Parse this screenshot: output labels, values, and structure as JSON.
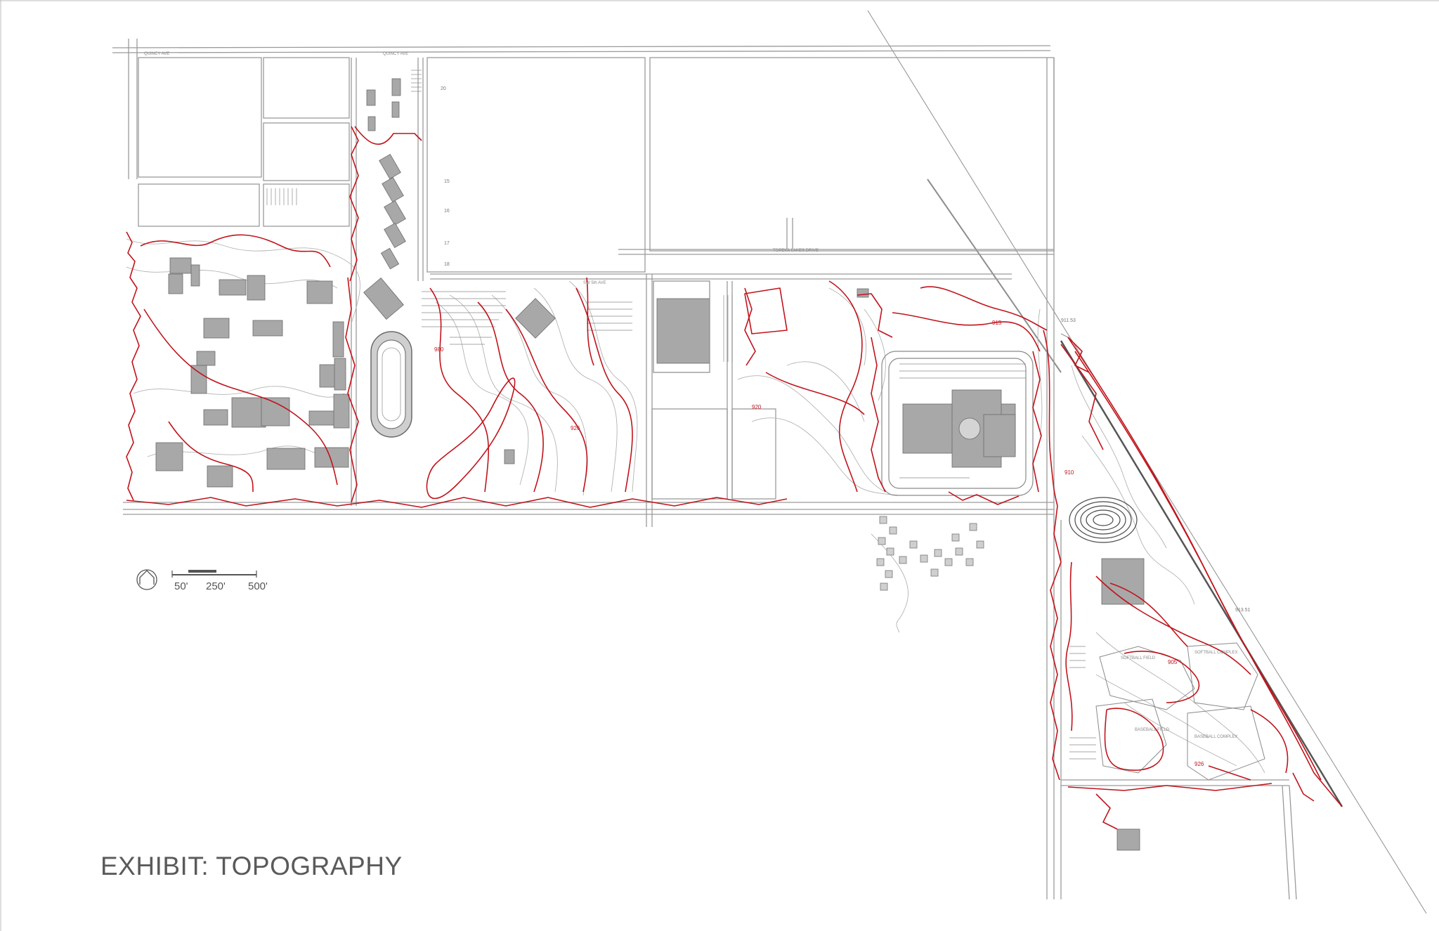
{
  "exhibit": {
    "title": "EXHIBIT: TOPOGRAPHY"
  },
  "scale_bar": {
    "labels": [
      "50'",
      "250'",
      "500'"
    ]
  },
  "streets": [
    "QUINCY AVE",
    "QUINCY AVE",
    "SW 5th AVE",
    "TOPEKA LAKES DRIVE"
  ],
  "field_labels": [
    "SOFTBALL FIELD",
    "SOFTBALL COMPLEX",
    "BASEBALL FIELD",
    "BASEBALL COMPLEX"
  ],
  "parking_numbers": [
    "20",
    "15",
    "16",
    "17",
    "18"
  ],
  "spot_elevations": [
    "980",
    "926",
    "920",
    "915",
    "910",
    "905",
    "911.53",
    "913.51",
    "926"
  ],
  "colors": {
    "contours": "#c0141c",
    "linework": "#9a9a9a",
    "buildings": "#a8a8a8",
    "title": "#5a5a5a"
  },
  "icons": [
    "north-arrow-icon"
  ]
}
